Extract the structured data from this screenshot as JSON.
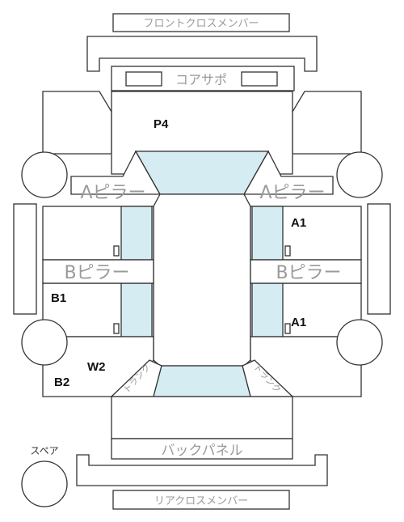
{
  "labels": {
    "front_cross_member": "フロントクロスメンバー",
    "core_support": "コアサポ",
    "a_pillar_left": "Aピラー",
    "a_pillar_right": "Aピラー",
    "b_pillar_left": "Bピラー",
    "b_pillar_right": "Bピラー",
    "back_panel": "バックパネル",
    "rear_cross_member": "リアクロスメンバー",
    "spare": "スペア",
    "trunk_left": "トランク",
    "trunk_right": "トランク"
  },
  "grades": {
    "p4": "P4",
    "a1_upper": "A1",
    "a1_lower": "A1",
    "b1": "B1",
    "w2": "W2",
    "b2": "B2"
  },
  "colors": {
    "glass": "#d6ecf3",
    "outline": "#333333",
    "label_gray": "#9a9a9a"
  }
}
